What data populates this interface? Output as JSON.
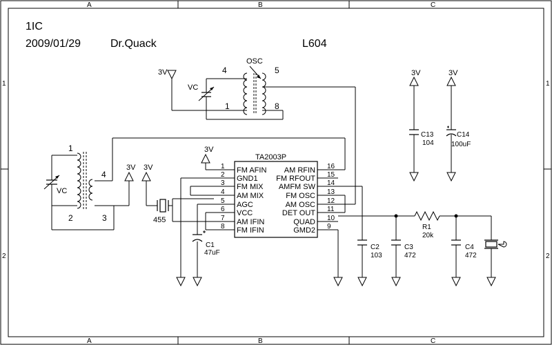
{
  "header": {
    "title": "1IC",
    "date": "2009/01/29",
    "author": "Dr.Quack",
    "model": "L604"
  },
  "frame": {
    "col_labels": [
      "A",
      "B",
      "C"
    ],
    "row_labels": [
      "1",
      "2"
    ]
  },
  "ic": {
    "name": "TA2003P",
    "left_pins": [
      {
        "num": "1",
        "label": "FM AFIN"
      },
      {
        "num": "2",
        "label": "GND1"
      },
      {
        "num": "3",
        "label": "FM MIX"
      },
      {
        "num": "4",
        "label": "AM MIX"
      },
      {
        "num": "5",
        "label": "AGC"
      },
      {
        "num": "6",
        "label": "VCC"
      },
      {
        "num": "7",
        "label": "AM IFIN"
      },
      {
        "num": "8",
        "label": "FM IFIN"
      }
    ],
    "right_pins": [
      {
        "num": "16",
        "label": "AM RFIN"
      },
      {
        "num": "15",
        "label": "FM RFOUT"
      },
      {
        "num": "14",
        "label": "AMFM SW"
      },
      {
        "num": "13",
        "label": "FM OSC"
      },
      {
        "num": "12",
        "label": "AM OSC"
      },
      {
        "num": "11",
        "label": "DET OUT"
      },
      {
        "num": "10",
        "label": "QUAD"
      },
      {
        "num": "9",
        "label": "GMD2"
      }
    ]
  },
  "osc_coil": {
    "label": "OSC",
    "pin4": "4",
    "pin5": "5",
    "pin1": "1",
    "pin8": "8",
    "vc": "VC",
    "supply": "3V"
  },
  "ant_coil": {
    "pin1": "1",
    "pin4": "4",
    "pin2": "2",
    "pin3": "3",
    "vc": "VC"
  },
  "supplies": {
    "label": "3V"
  },
  "filter": {
    "label": "455"
  },
  "components": {
    "c1": {
      "ref": "C1",
      "value": "47uF"
    },
    "c2": {
      "ref": "C2",
      "value": "103"
    },
    "c3": {
      "ref": "C3",
      "value": "472"
    },
    "c4": {
      "ref": "C4",
      "value": "472"
    },
    "r1": {
      "ref": "R1",
      "value": "20k"
    },
    "c13": {
      "ref": "C13",
      "value": "104"
    },
    "c14": {
      "ref": "C14",
      "value": "100uF"
    }
  }
}
